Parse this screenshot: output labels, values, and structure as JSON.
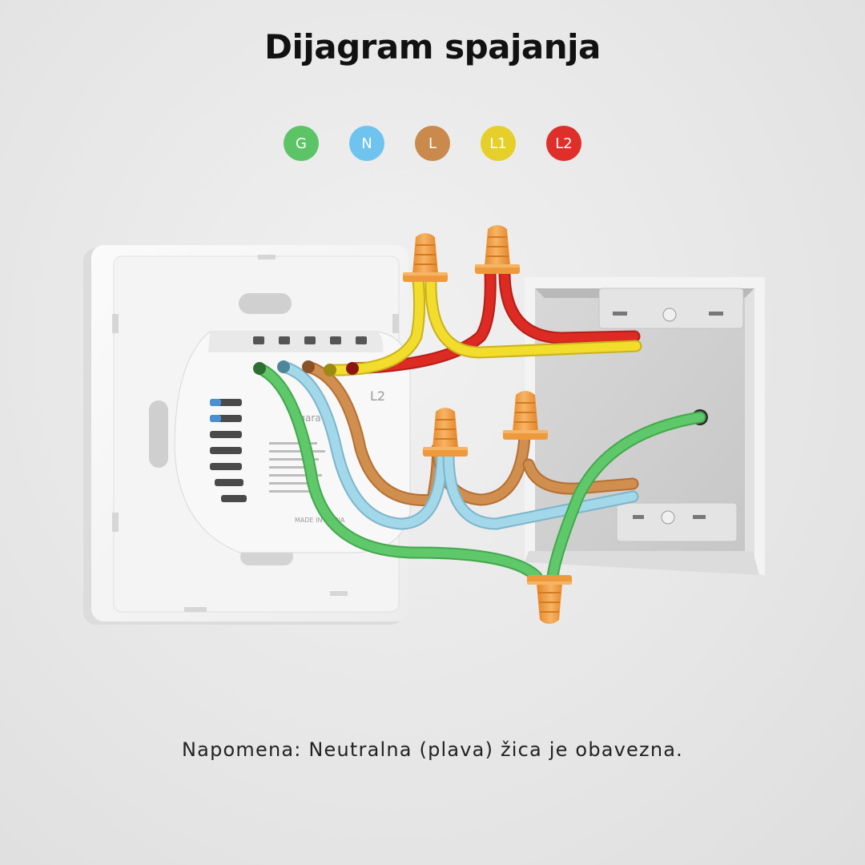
{
  "title": "Dijagram spajanja",
  "legend": [
    {
      "label": "G",
      "color": "#5cc466"
    },
    {
      "label": "N",
      "color": "#6ec4ee"
    },
    {
      "label": "L",
      "color": "#c98a4c"
    },
    {
      "label": "L1",
      "color": "#e6cf2a"
    },
    {
      "label": "L2",
      "color": "#de2f2a"
    }
  ],
  "wire_colors": {
    "ground": "#5fc86a",
    "neutral": "#9fd6ea",
    "live": "#d08f4e",
    "l1": "#f2dc2c",
    "l2": "#dd2a22",
    "connector": "#ef9a3a"
  },
  "device": {
    "terminal_label": "L2",
    "brand_text": "aqara",
    "made_in": "MADE IN CHINA"
  },
  "note": "Napomena: Neutralna (plava) žica je obavezna."
}
